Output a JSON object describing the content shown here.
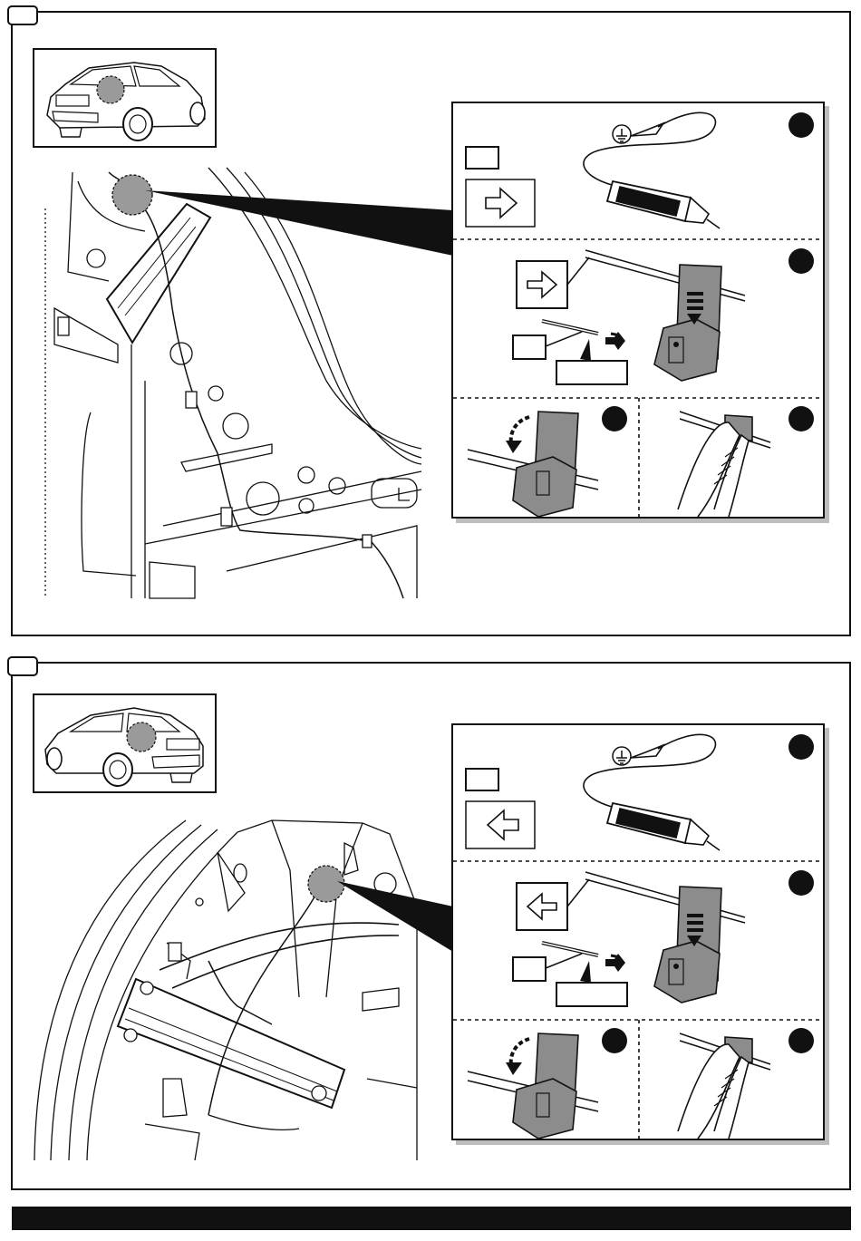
{
  "page": {
    "background": "#ffffff",
    "line_color": "#111111",
    "shade_color": "#9a9a9a",
    "footer_color": "#111111"
  },
  "steps": [
    {
      "tab_label": "",
      "car_view": "rear-right",
      "direction": "right",
      "inset_labels": [
        "",
        ""
      ],
      "step_markers": [
        "",
        "",
        "",
        ""
      ]
    },
    {
      "tab_label": "",
      "car_view": "rear-left",
      "direction": "left",
      "inset_labels": [
        "",
        ""
      ],
      "step_markers": [
        "",
        "",
        "",
        ""
      ]
    }
  ],
  "icons": [
    "ground-symbol-icon",
    "test-lamp-icon",
    "arrow-right-icon",
    "arrow-left-icon",
    "scotchlok-connector-icon",
    "pliers-icon"
  ]
}
